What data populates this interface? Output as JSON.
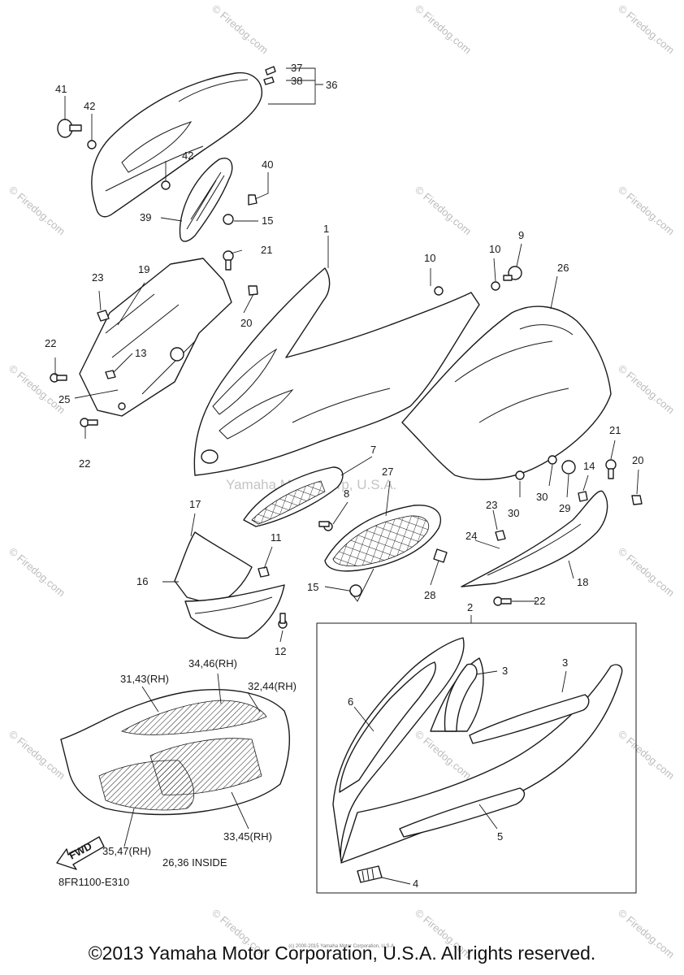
{
  "watermark": {
    "site": "© Firedog.com",
    "center": "Yamaha Motor Corp, U.S.A."
  },
  "callouts": [
    "37",
    "38",
    "36",
    "41",
    "42",
    "42",
    "40",
    "39",
    "15",
    "1",
    "10",
    "10",
    "9",
    "26",
    "21",
    "23",
    "19",
    "20",
    "22",
    "13",
    "25",
    "22",
    "7",
    "27",
    "8",
    "17",
    "11",
    "16",
    "15",
    "28",
    "23",
    "24",
    "18",
    "22",
    "12",
    "21",
    "20",
    "14",
    "30",
    "29",
    "30",
    "2",
    "3",
    "3",
    "6",
    "5",
    "4"
  ],
  "sheet_labels": {
    "l34": "34,46(RH)",
    "l31": "31,43(RH)",
    "l32": "32,44(RH)",
    "l35": "35,47(RH)",
    "l33": "33,45(RH)",
    "inside": "26,36 INSIDE",
    "fwd": "FWD",
    "code": "8FR1100-E310"
  },
  "footer": {
    "copyright": "©2013 Yamaha Motor Corporation, U.S.A. All rights reserved.",
    "small": "(c) 2000-2015 Yamaha Motor Corporation, U.S.A."
  },
  "colors": {
    "line": "#1a1a1a",
    "watermark": "#bdbdbd"
  }
}
